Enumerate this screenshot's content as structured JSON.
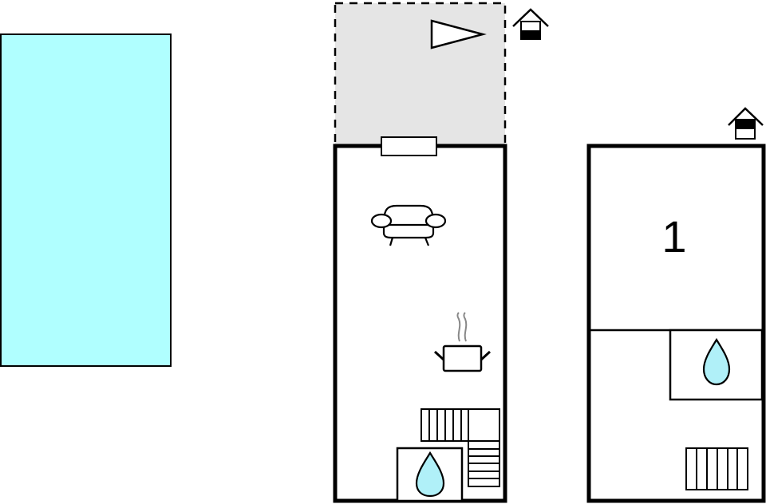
{
  "diagram": {
    "type": "floor_plan",
    "colors": {
      "pool": "#b0ffff",
      "terrace": "#e5e5e5",
      "water_drop": "#b0f0f8",
      "wall": "#000000",
      "background": "#ffffff"
    },
    "elements": {
      "pool": {
        "label": "swimming pool"
      },
      "terrace": {
        "label": "terrace (dashed outline)"
      },
      "ground_floor": {
        "floor_indicator": "ground-floor-icon",
        "icons": [
          "terrace-direction-triangle",
          "sofa-icon",
          "cooking-pot-icon",
          "staircase-icon",
          "bathroom-water-drop-icon"
        ]
      },
      "upper_floor": {
        "floor_indicator": "upper-floor-icon",
        "room_number": "1",
        "icons": [
          "bathroom-water-drop-icon",
          "staircase-icon"
        ]
      }
    }
  }
}
